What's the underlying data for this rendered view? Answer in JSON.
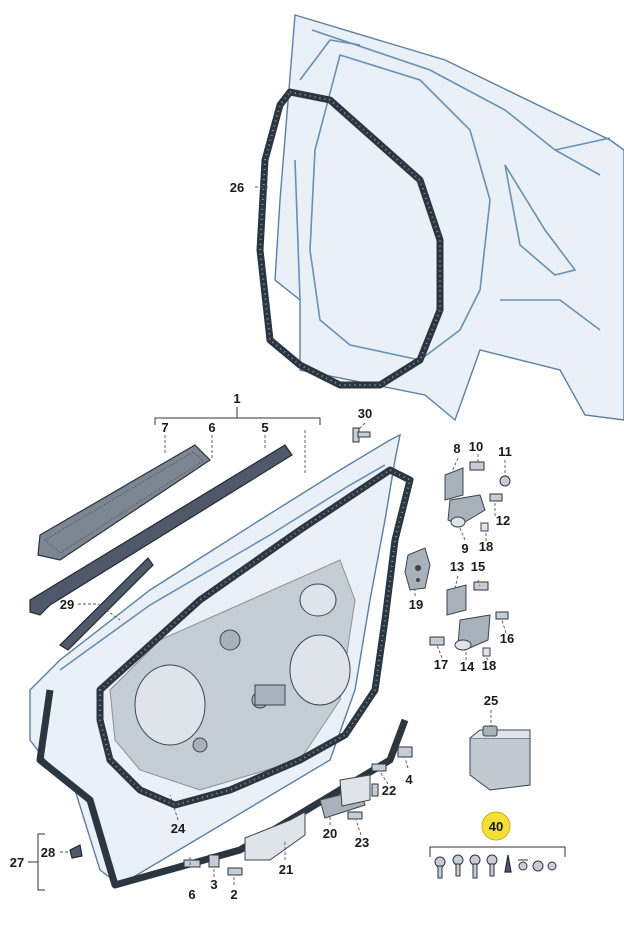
{
  "labels": {
    "p1": "1",
    "p2": "2",
    "p3": "3",
    "p4": "4",
    "p5": "5",
    "p6": "6",
    "p6b": "6",
    "p7": "7",
    "p8": "8",
    "p9": "9",
    "p10": "10",
    "p11": "11",
    "p12": "12",
    "p13": "13",
    "p14": "14",
    "p15": "15",
    "p16": "16",
    "p17": "17",
    "p18": "18",
    "p18b": "18",
    "p19": "19",
    "p20": "20",
    "p21": "21",
    "p22": "22",
    "p23": "23",
    "p24": "24",
    "p25": "25",
    "p26": "26",
    "p27": "27",
    "p28": "28",
    "p29": "29",
    "p30": "30",
    "p40": "40"
  },
  "colors": {
    "badge": "#f5e03a",
    "body_outline": "#5b7fa3",
    "part_dark": "#50596a"
  }
}
